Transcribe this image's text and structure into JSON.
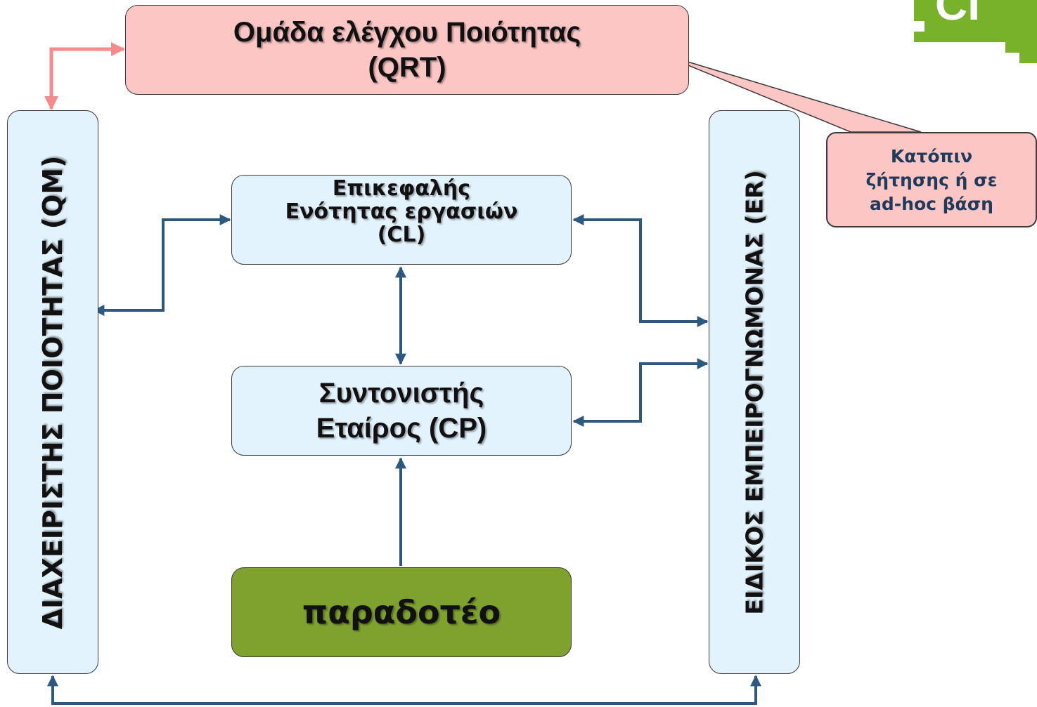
{
  "boxes": {
    "qrt": {
      "line1": "Ομάδα ελέγχου Ποιότητας",
      "line2": "(QRT)"
    },
    "qm": "ΔΙΑΧΕΙΡΙΣΤΗΣ ΠΟΙΟΤΗΤΑΣ (QM)",
    "er": "ΕΙΔΙΚΟΣ ΕΜΠΕΙΡΟΓΝΩΜΟΝΑΣ (ER)",
    "cl": {
      "line1": "Επικεφαλής",
      "line2": "Ενότητας εργασιών",
      "line3": "(CL)"
    },
    "cp": {
      "line1": "Συντονιστής",
      "line2": "Εταίρος (CP)"
    },
    "deliverable": "παραδοτέο"
  },
  "callout": {
    "line1": "Κατόπιν",
    "line2": "ζήτησης ή σε",
    "line3": "ad-hoc βάση"
  },
  "logo_text": "CI",
  "colors": {
    "pink_box": "#fcc6c4",
    "light_blue_box": "#e3f3fd",
    "green_box": "#7fa22f",
    "arrow_blue": "#2d5880",
    "arrow_pink": "#f58b8a",
    "logo_green": "#78b22a"
  }
}
